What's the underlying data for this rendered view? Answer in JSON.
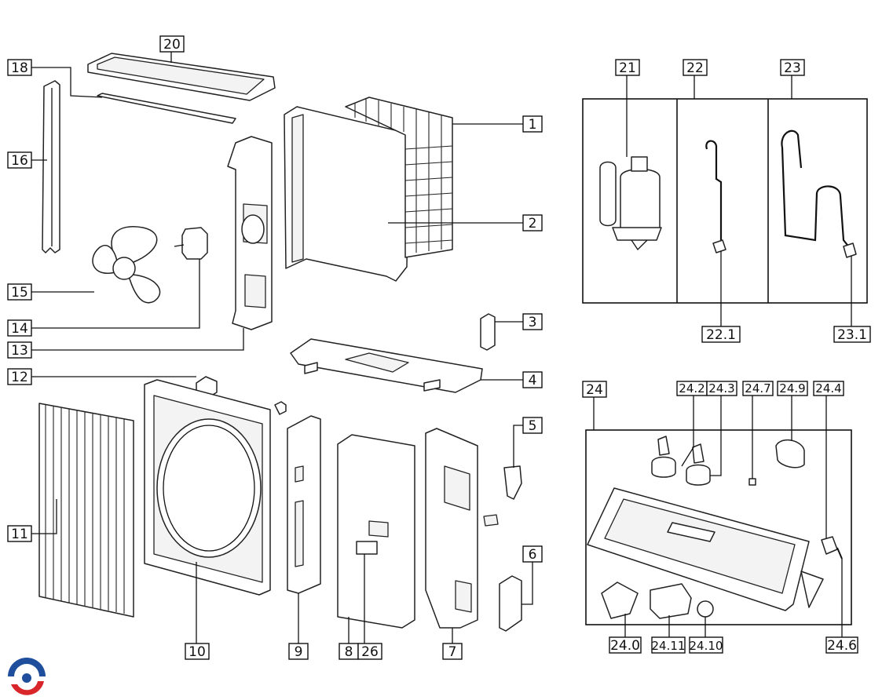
{
  "labels": {
    "p1": "1",
    "p2": "2",
    "p3": "3",
    "p4": "4",
    "p5": "5",
    "p6": "6",
    "p7": "7",
    "p8": "8",
    "p9": "9",
    "p10": "10",
    "p11": "11",
    "p12": "12",
    "p13": "13",
    "p14": "14",
    "p15": "15",
    "p16": "16",
    "p18": "18",
    "p20": "20",
    "p21": "21",
    "p22": "22",
    "p22_1": "22.1",
    "p23": "23",
    "p23_1": "23.1",
    "p24": "24",
    "p24_0": "24.0",
    "p24_2": "24.2",
    "p24_3": "24.3",
    "p24_4": "24.4",
    "p24_6": "24.6",
    "p24_7": "24.7",
    "p24_9": "24.9",
    "p24_10": "24.10",
    "p24_11": "24.11",
    "p26": "26"
  },
  "colors": {
    "logo_red": "#d9262b",
    "logo_blue": "#1f4f9c",
    "line": "#111111"
  }
}
